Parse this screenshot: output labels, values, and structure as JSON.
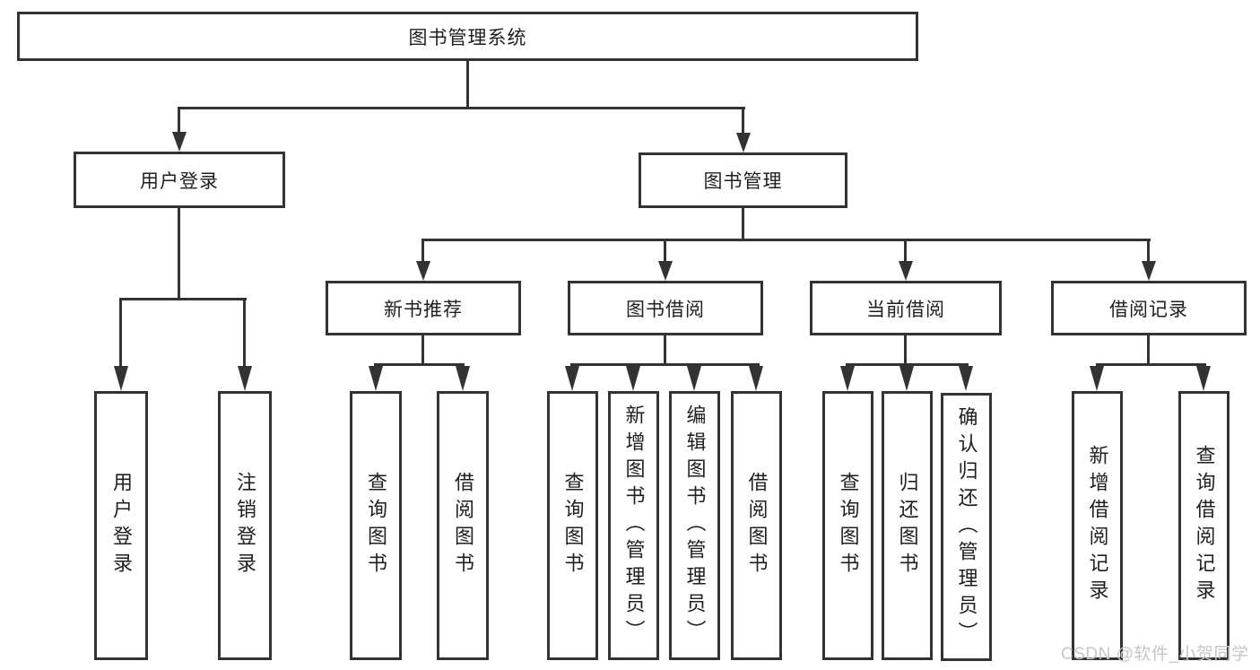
{
  "root": {
    "label": "图书管理系统"
  },
  "branches": {
    "user_login": {
      "label": "用户登录",
      "children": {
        "login": "用户登录",
        "logout": "注销登录"
      }
    },
    "book_management": {
      "label": "图书管理",
      "sections": {
        "new_book": {
          "label": "新书推荐",
          "children": {
            "query": "查询图书",
            "borrow": "借阅图书"
          }
        },
        "borrow": {
          "label": "图书借阅",
          "children": {
            "query": "查询图书",
            "add": "新增图书（管理员）",
            "edit": "编辑图书（管理员）",
            "borrow": "借阅图书"
          }
        },
        "current": {
          "label": "当前借阅",
          "children": {
            "query": "查询图书",
            "return": "归还图书",
            "confirm": "确认归还（管理员）"
          }
        },
        "records": {
          "label": "借阅记录",
          "children": {
            "add": "新增借阅记录",
            "query": "查询借阅记录"
          }
        }
      }
    }
  },
  "watermark": "CSDN @软件_小贺同学",
  "colors": {
    "line": "#333333",
    "text": "#1f1f1f",
    "watermark": "#c6c6c6",
    "background": "#ffffff"
  }
}
